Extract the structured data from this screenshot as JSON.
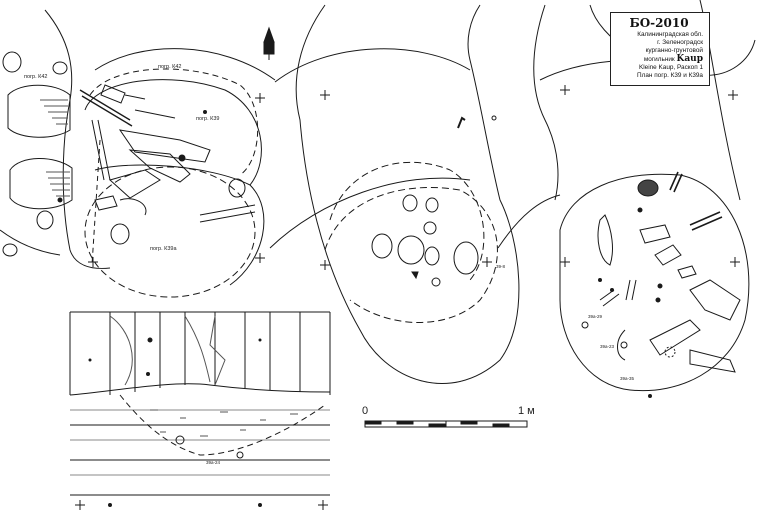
{
  "title_box": {
    "title": "БО-2010",
    "line1": "Калининградская обл.",
    "line2": "г. Зеленоградск",
    "line3": "курганно-грунтовой",
    "line4_prefix": "могильник",
    "line4_name": "Kaup",
    "line5": "Kleine Kaup, Раскоп 1",
    "line6": "План погр. К39 и К39а"
  },
  "labels": {
    "pogr_k42_a": "погр. К42",
    "pogr_k42_b": "погр. К42",
    "pogr_k39": "погр. К39",
    "pogr_k39a": "погр. К39а",
    "depth_39a_29": "39а-29",
    "depth_39a_23": "39а-23",
    "depth_39a_35": "39а-35",
    "depth_39_8": "39-8",
    "depth_39a_24": "39а-24"
  },
  "scale_bar": {
    "left_label": "0",
    "right_label": "1 м"
  },
  "colors": {
    "ink": "#1a1a1a",
    "hatch": "#555555",
    "paper": "#ffffff"
  }
}
